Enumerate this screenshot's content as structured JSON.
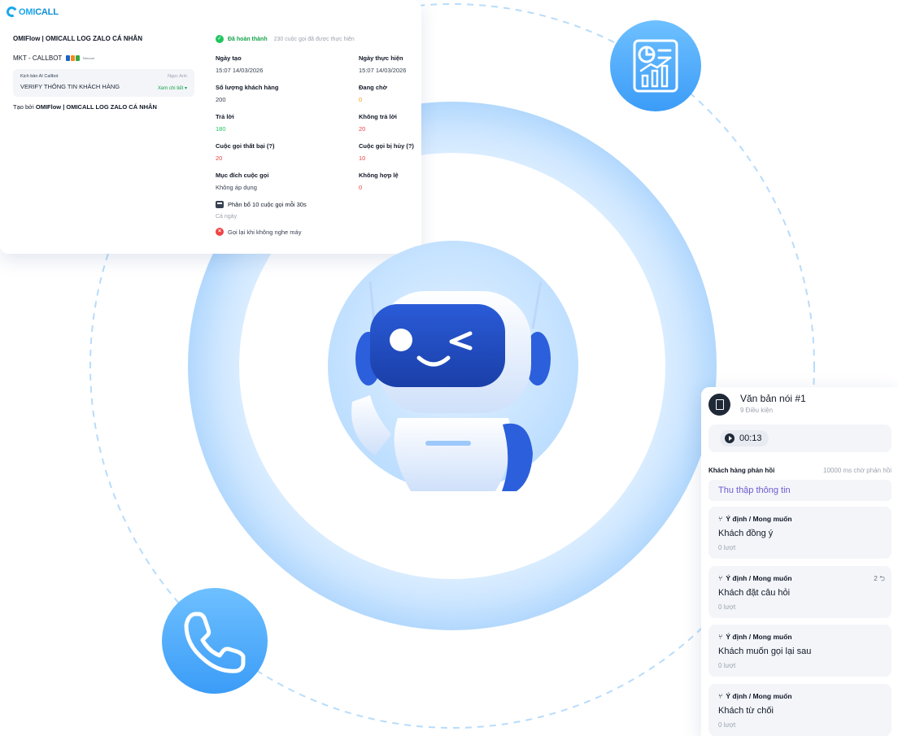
{
  "brand": {
    "prefix": "O",
    "name_a": "MI",
    "name_b": "CALL"
  },
  "campaign": {
    "title": "OMIFlow | OMICALL LOG ZALO CÁ NHÂN",
    "account": "MKT - CALLBOT",
    "telecom_logo_text": "Telecom",
    "script": {
      "label": "Kịch bản AI Callbot",
      "owner": "Ngọc Anh",
      "name": "VERIFY THÔNG TIN KHÁCH HÀNG",
      "link": "Xem chi tiết ▾"
    },
    "created_by_prefix": "Tạo bởi ",
    "created_by_name": "OMIFlow | OMICALL LOG ZALO CÁ NHÂN",
    "status": {
      "icon": "check-circle-icon",
      "text": "Đã hoàn thành",
      "note": "230 cuộc gọi đã được thực hiện",
      "color": "#16a34a"
    },
    "metrics": [
      {
        "label": "Ngày tạo",
        "value": "15:07 14/03/2026"
      },
      {
        "label": "Ngày thực hiện",
        "value": "15:07 14/03/2026"
      },
      {
        "label": "Số lượng khách hàng",
        "value": "200"
      },
      {
        "label": "Đang chờ",
        "value": "0"
      },
      {
        "label": "Trả lời",
        "value": "180"
      },
      {
        "label": "Không trả lời",
        "value": "20"
      },
      {
        "label": "Cuộc gọi thất bại (?)",
        "value": "20"
      },
      {
        "label": "Cuộc gọi bị hủy (?)",
        "value": "10"
      },
      {
        "label": "Mục đích cuộc gọi",
        "value": "Không áp dụng"
      },
      {
        "label": "Không hợp lệ",
        "value": "0"
      }
    ],
    "distribution": {
      "text": "Phân bổ 10 cuộc gọi mỗi 30s",
      "sub": "Cả ngày"
    },
    "recall": {
      "icon": "x-circle-icon",
      "text": "Gọi lại khi không nghe máy"
    }
  },
  "badges": {
    "report_icon": "report-chart-icon",
    "phone_icon": "phone-icon"
  },
  "speech": {
    "icon": "document-icon",
    "title": "Văn bản nói #1",
    "subtitle": "9 Điều kiện",
    "audio_duration": "00:13",
    "response_label": "Khách hàng phản hồi",
    "response_wait": "10000 ms chờ phản hồi",
    "collect": "Thu thập thông tin",
    "intents": [
      {
        "type": "Ý định / Mong muốn",
        "name": "Khách đồng ý",
        "count": "0 lượt",
        "badge": ""
      },
      {
        "type": "Ý định / Mong muốn",
        "name": "Khách đặt câu hỏi",
        "count": "0 lượt",
        "badge": "2 ⮌"
      },
      {
        "type": "Ý định / Mong muốn",
        "name": "Khách muốn gọi lại sau",
        "count": "0 lượt",
        "badge": ""
      },
      {
        "type": "Ý định / Mong muốn",
        "name": "Khách từ chối",
        "count": "0 lượt",
        "badge": ""
      }
    ]
  },
  "colors": {
    "accent": "#3b9cf7",
    "ring": "#bfe0ff",
    "dashed": "#b8dcfb"
  }
}
